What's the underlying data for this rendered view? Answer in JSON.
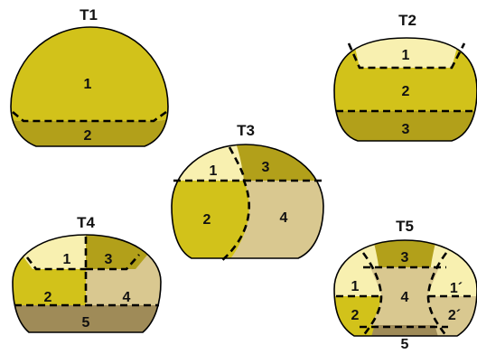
{
  "colors": {
    "pale_yellow": "#F8F0B0",
    "yellow": "#D2C21A",
    "olive": "#B2A01A",
    "tan": "#D9C890",
    "brown": "#9F8B58",
    "outline": "#000000"
  },
  "diagrams": [
    {
      "title": "T1",
      "regions": [
        "1",
        "2"
      ]
    },
    {
      "title": "T2",
      "regions": [
        "1",
        "2",
        "3"
      ]
    },
    {
      "title": "T3",
      "regions": [
        "1",
        "2",
        "3",
        "4"
      ]
    },
    {
      "title": "T4",
      "regions": [
        "1",
        "2",
        "3",
        "4",
        "5"
      ]
    },
    {
      "title": "T5",
      "regions": [
        "1",
        "1´",
        "2",
        "2´",
        "3",
        "4",
        "5"
      ]
    }
  ]
}
